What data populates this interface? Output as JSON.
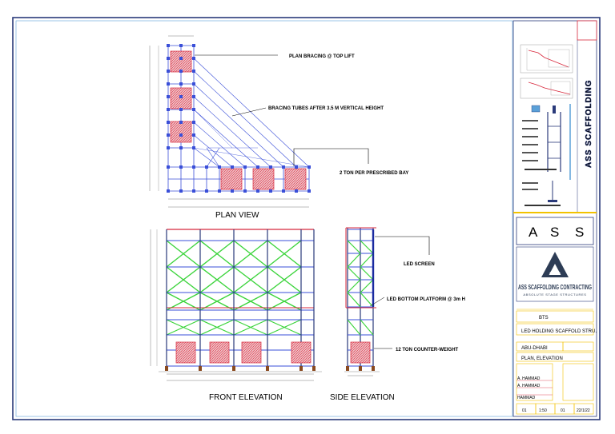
{
  "plan": {
    "title": "PLAN VIEW",
    "label_bracing_top": "PLAN BRACING @ TOP LIFT",
    "label_bracing_tubes": "BRACING TUBES AFTER 3.5 M VERTICAL HEIGHT",
    "label_bay": "2 TON PER PRESCRIBED BAY"
  },
  "front": {
    "title": "FRONT ELEVATION"
  },
  "side": {
    "title": "SIDE ELEVATION",
    "label_led_screen": "LED SCREEN",
    "label_platform": "LED BOTTOM PLATFORM @ 3m H",
    "label_counterweight": "12 TON COUNTER-WEIGHT"
  },
  "titleblock": {
    "vertical_brand": "ASS SCAFFOLDING",
    "letters": [
      "A",
      "S",
      "S"
    ],
    "company": "ASS SCAFFOLDING CONTRACTING",
    "tagline": "ABSOLUTE STAGE STRUCTURES",
    "client": "BTS",
    "project": "LED HOLDING SCAFFOLD STRU.",
    "location": "ABU-DHABI",
    "drawing": "PLAN, ELEVATION",
    "names": [
      "A. HAMMAD",
      "A. HAMMAD",
      "HAMMAD"
    ],
    "bottom": [
      "01",
      "1:50",
      "01",
      "22/1/22"
    ]
  },
  "colors": {
    "blue": "#3a4fd8",
    "green": "#3bd43b",
    "red": "#d8283c",
    "hatch": "#e8a8b0",
    "border": "#2a3a7a",
    "yellow": "#f2c200"
  }
}
